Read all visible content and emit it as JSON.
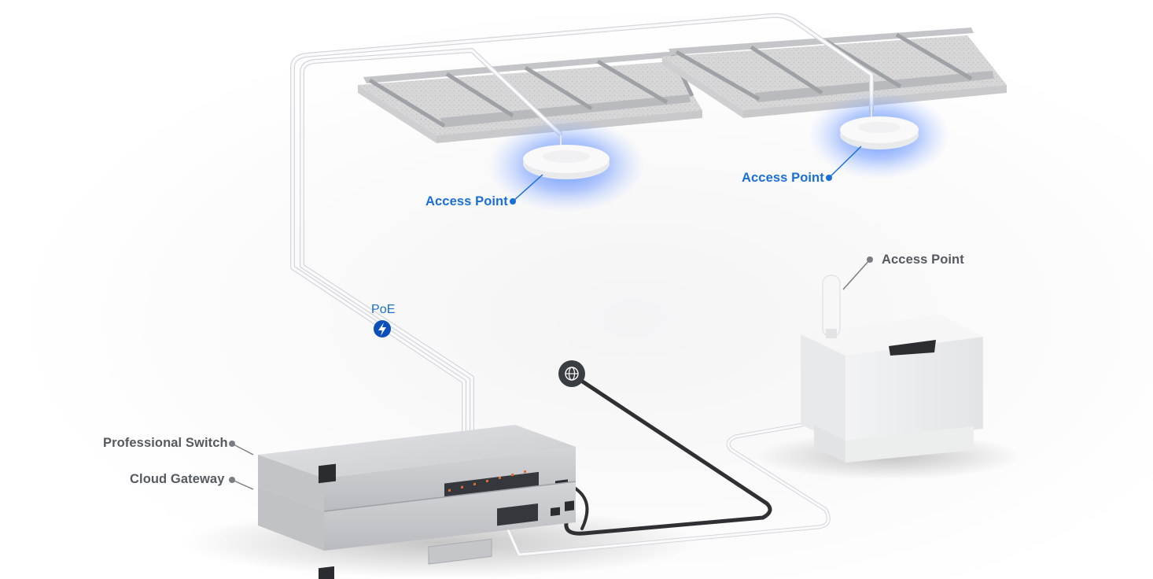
{
  "labels": {
    "access_point_1": "Access Point",
    "access_point_2": "Access Point",
    "access_point_3": "Access Point",
    "professional_switch": "Professional Switch",
    "cloud_gateway": "Cloud Gateway",
    "poe": "PoE"
  },
  "icons": {
    "poe": "lightning-bolt-icon",
    "internet": "globe-icon"
  },
  "colors": {
    "accent_blue": "#1a6fd6",
    "label_gray": "#555a60",
    "ap_glow": "#3f7bff",
    "poe_badge": "#0d4fb8",
    "globe_badge": "#3a3d42"
  }
}
